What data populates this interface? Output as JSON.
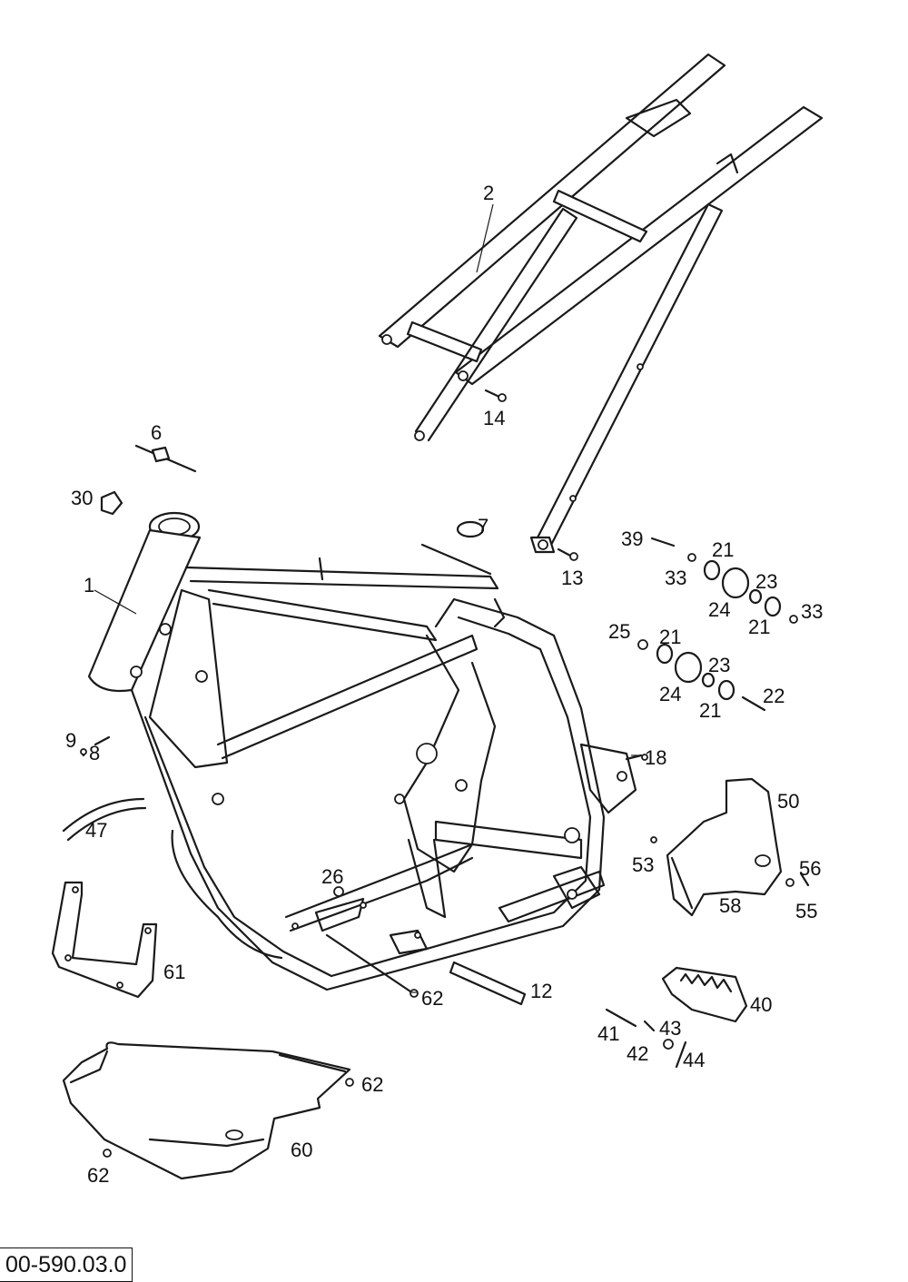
{
  "diagram_id": "00-590.03.0",
  "callouts": {
    "c1": "1",
    "c2": "2",
    "c6": "6",
    "c7": "7",
    "c8": "8",
    "c9": "9",
    "c12": "12",
    "c13": "13",
    "c14": "14",
    "c18": "18",
    "c21a": "21",
    "c21b": "21",
    "c21c": "21",
    "c21d": "21",
    "c22": "22",
    "c23a": "23",
    "c23b": "23",
    "c24a": "24",
    "c24b": "24",
    "c25": "25",
    "c26": "26",
    "c30": "30",
    "c33a": "33",
    "c33b": "33",
    "c39": "39",
    "c40": "40",
    "c41": "41",
    "c42": "42",
    "c43": "43",
    "c44": "44",
    "c47": "47",
    "c50": "50",
    "c53": "53",
    "c55": "55",
    "c56": "56",
    "c58": "58",
    "c60": "60",
    "c61": "61",
    "c62a": "62",
    "c62b": "62",
    "c62c": "62"
  }
}
